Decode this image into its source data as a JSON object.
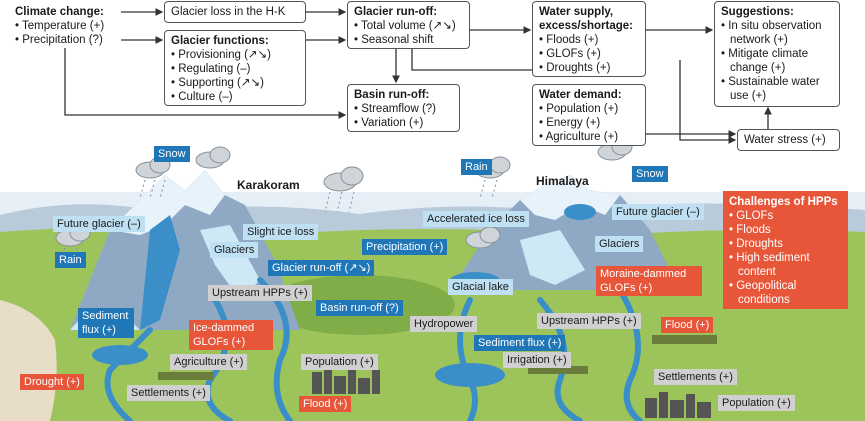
{
  "flowchart": {
    "climate": {
      "title": "Climate change:",
      "items": [
        "Temperature (+)",
        "Precipitation (?)"
      ]
    },
    "glacier_loss": {
      "title": "Glacier loss in the H-K"
    },
    "glacier_functions": {
      "title": "Glacier functions:",
      "items": [
        "Provisioning (↗↘)",
        "Regulating (–)",
        "Supporting (↗↘)",
        "Culture (–)"
      ]
    },
    "glacier_runoff": {
      "title": "Glacier run-off:",
      "items": [
        "Total volume (↗↘)",
        "Seasonal shift"
      ]
    },
    "basin_runoff": {
      "title": "Basin run-off:",
      "items": [
        "Streamflow (?)",
        "Variation (+)"
      ]
    },
    "water_supply": {
      "title_line1": "Water supply,",
      "title_line2": "excess/shortage:",
      "items": [
        "Floods (+)",
        "GLOFs (+)",
        "Droughts (+)"
      ]
    },
    "water_demand": {
      "title": "Water demand:",
      "items": [
        "Population (+)",
        "Energy (+)",
        "Agriculture (+)"
      ]
    },
    "suggestions": {
      "title": "Suggestions:",
      "items": [
        "In situ observation network (+)",
        "Mitigate climate change (+)",
        "Sustainable water use (+)"
      ]
    },
    "water_stress": {
      "title": "Water stress (+)"
    }
  },
  "landscape": {
    "labels": {
      "snow_left": "Snow",
      "snow_right": "Snow",
      "rain_left": "Rain",
      "rain_right": "Rain",
      "karakoram": "Karakoram",
      "himalaya": "Himalaya",
      "future_glacier_left": "Future glacier (–)",
      "future_glacier_right": "Future glacier (–)",
      "slight_ice_loss": "Slight ice loss",
      "accelerated_ice_loss": "Accelerated ice loss",
      "glaciers_left": "Glaciers",
      "glaciers_right": "Glaciers",
      "precipitation": "Precipitation (+)",
      "glacier_runoff": "Glacier run-off (↗↘)",
      "upstream_hpps_left": "Upstream HPPs (+)",
      "upstream_hpps_right": "Upstream HPPs (+)",
      "basin_runoff": "Basin run-off (?)",
      "sediment_flux_left": "Sediment flux (+)",
      "sediment_flux_right": "Sediment flux (+)",
      "ice_dammed": "Ice-dammed GLOFs (+)",
      "moraine_dammed": "Moraine-dammed GLOFs (+)",
      "glacial_lake": "Glacial lake",
      "hydropower": "Hydropower",
      "agriculture": "Agriculture (+)",
      "irrigation": "Irrigation (+)",
      "population_left": "Population (+)",
      "population_right": "Population (+)",
      "settlements_left": "Settlements (+)",
      "settlements_right": "Settlements (+)",
      "drought": "Drought (+)",
      "flood_left": "Flood (+)",
      "flood_right": "Flood (+)"
    },
    "challenges": {
      "title": "Challenges of HPPs",
      "items": [
        "GLOFs",
        "Floods",
        "Droughts",
        "High sediment content",
        "Geopolitical conditions"
      ]
    }
  },
  "colors": {
    "sky": "#ffffff",
    "ground": "#9cc45a",
    "mountain": "#8fa9c4",
    "ice": "#cfe8f5",
    "river": "#3b8fc9",
    "red": "#e8563a",
    "blue_label": "#1f77b8",
    "grey_label": "#d0d0d0"
  }
}
